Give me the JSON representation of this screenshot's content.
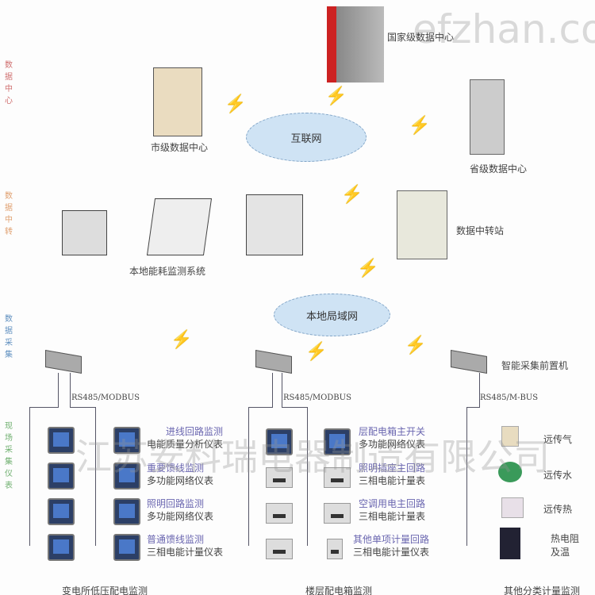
{
  "watermarks": {
    "site": "efzhan.com",
    "company": "江苏安科瑞电器制造有限公司"
  },
  "side_labels": [
    {
      "text": "数据中心",
      "color": "#d07070"
    },
    {
      "text": "数据中转",
      "color": "#e0a070"
    },
    {
      "text": "数据采集",
      "color": "#6090c0"
    },
    {
      "text": "现场采集仪表",
      "color": "#70b070"
    }
  ],
  "nodes": {
    "national": "国家级数据中心",
    "city": "市级数据中心",
    "province": "省级数据中心",
    "internet": "互联网",
    "relay": "数据中转站",
    "local_system": "本地能耗监测系统",
    "lan": "本地局域网",
    "gateway": "智能采集前置机"
  },
  "buses": [
    "RS485/MODBUS",
    "RS485/MODBUS",
    "RS485/M-BUS"
  ],
  "left_group": {
    "title": "变电所低压配电监测",
    "items": [
      {
        "l1": "进线回路监测",
        "l2": "电能质量分析仪表"
      },
      {
        "l1": "重要馈线监测",
        "l2": "多功能网络仪表"
      },
      {
        "l1": "照明回路监测",
        "l2": "多功能网络仪表"
      },
      {
        "l1": "普通馈线监测",
        "l2": "三相电能计量仪表"
      }
    ]
  },
  "mid_group": {
    "title": "楼层配电箱监测",
    "items": [
      {
        "l1": "层配电箱主开关",
        "l2": "多功能网络仪表"
      },
      {
        "l1": "照明插座主回路",
        "l2": "三相电能计量表"
      },
      {
        "l1": "空调用电主回路",
        "l2": "三相电能计量表"
      },
      {
        "l1": "其他单项计量回路",
        "l2": "三相电能计量仪表"
      }
    ]
  },
  "right_group": {
    "title": "其他分类计量监测",
    "items": [
      "远传气",
      "远传水",
      "远传热",
      "热电阻",
      "及温"
    ]
  }
}
